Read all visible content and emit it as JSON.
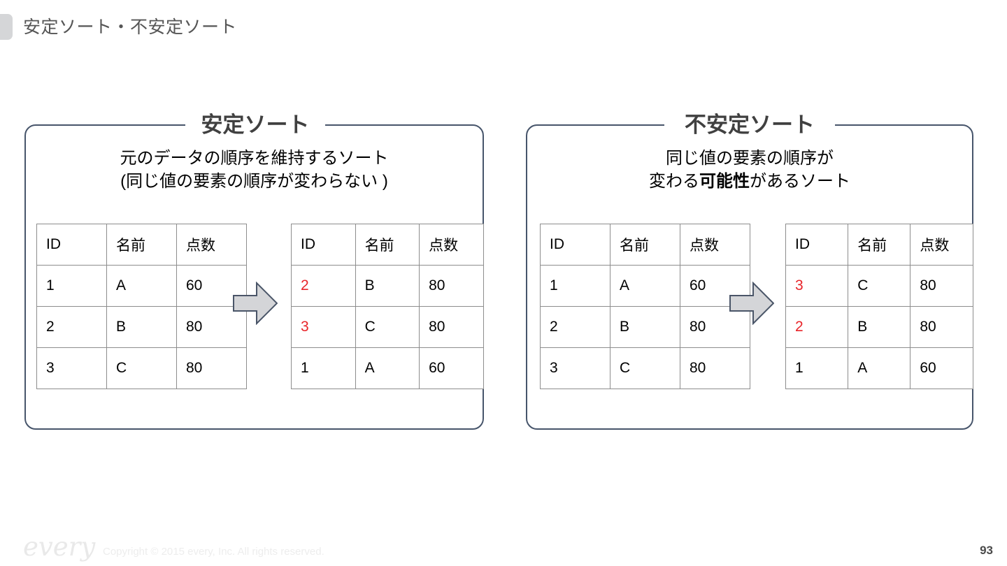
{
  "slide": {
    "title": "安定ソート・不安定ソート",
    "page_number": "93",
    "accent_color": "#d5d6d8",
    "border_color": "#47556b",
    "highlight_color": "#e8252a",
    "arrow_fill": "#d4d5d8",
    "arrow_stroke": "#4a5568"
  },
  "footer": {
    "logo": "every",
    "copyright": "Copyright © 2015 every, Inc. All rights reserved."
  },
  "panels": [
    {
      "id": "stable",
      "title": "安定ソート",
      "desc_line1": "元のデータの順序を維持するソート",
      "desc_line2_pre": "(同じ値の要素の順序が変わらない )",
      "arrow": "right-arrow-icon",
      "before_table": {
        "headers": [
          "ID",
          "名前",
          "点数"
        ],
        "rows": [
          {
            "cells": [
              "1",
              "A",
              "60"
            ],
            "highlight": [
              false,
              false,
              false
            ]
          },
          {
            "cells": [
              "2",
              "B",
              "80"
            ],
            "highlight": [
              false,
              false,
              false
            ]
          },
          {
            "cells": [
              "3",
              "C",
              "80"
            ],
            "highlight": [
              false,
              false,
              false
            ]
          }
        ]
      },
      "after_table": {
        "headers": [
          "ID",
          "名前",
          "点数"
        ],
        "rows": [
          {
            "cells": [
              "2",
              "B",
              "80"
            ],
            "highlight": [
              true,
              false,
              false
            ]
          },
          {
            "cells": [
              "3",
              "C",
              "80"
            ],
            "highlight": [
              true,
              false,
              false
            ]
          },
          {
            "cells": [
              "1",
              "A",
              "60"
            ],
            "highlight": [
              false,
              false,
              false
            ]
          }
        ]
      }
    },
    {
      "id": "unstable",
      "title": "不安定ソート",
      "desc_line1": "同じ値の要素の順序が",
      "desc_line2_a": "変わる",
      "desc_line2_b": "可能性",
      "desc_line2_c": "があるソート",
      "arrow": "right-arrow-icon",
      "before_table": {
        "headers": [
          "ID",
          "名前",
          "点数"
        ],
        "rows": [
          {
            "cells": [
              "1",
              "A",
              "60"
            ],
            "highlight": [
              false,
              false,
              false
            ]
          },
          {
            "cells": [
              "2",
              "B",
              "80"
            ],
            "highlight": [
              false,
              false,
              false
            ]
          },
          {
            "cells": [
              "3",
              "C",
              "80"
            ],
            "highlight": [
              false,
              false,
              false
            ]
          }
        ]
      },
      "after_table": {
        "headers": [
          "ID",
          "名前",
          "点数"
        ],
        "rows": [
          {
            "cells": [
              "3",
              "C",
              "80"
            ],
            "highlight": [
              true,
              false,
              false
            ]
          },
          {
            "cells": [
              "2",
              "B",
              "80"
            ],
            "highlight": [
              true,
              false,
              false
            ]
          },
          {
            "cells": [
              "1",
              "A",
              "60"
            ],
            "highlight": [
              false,
              false,
              false
            ]
          }
        ]
      }
    }
  ]
}
